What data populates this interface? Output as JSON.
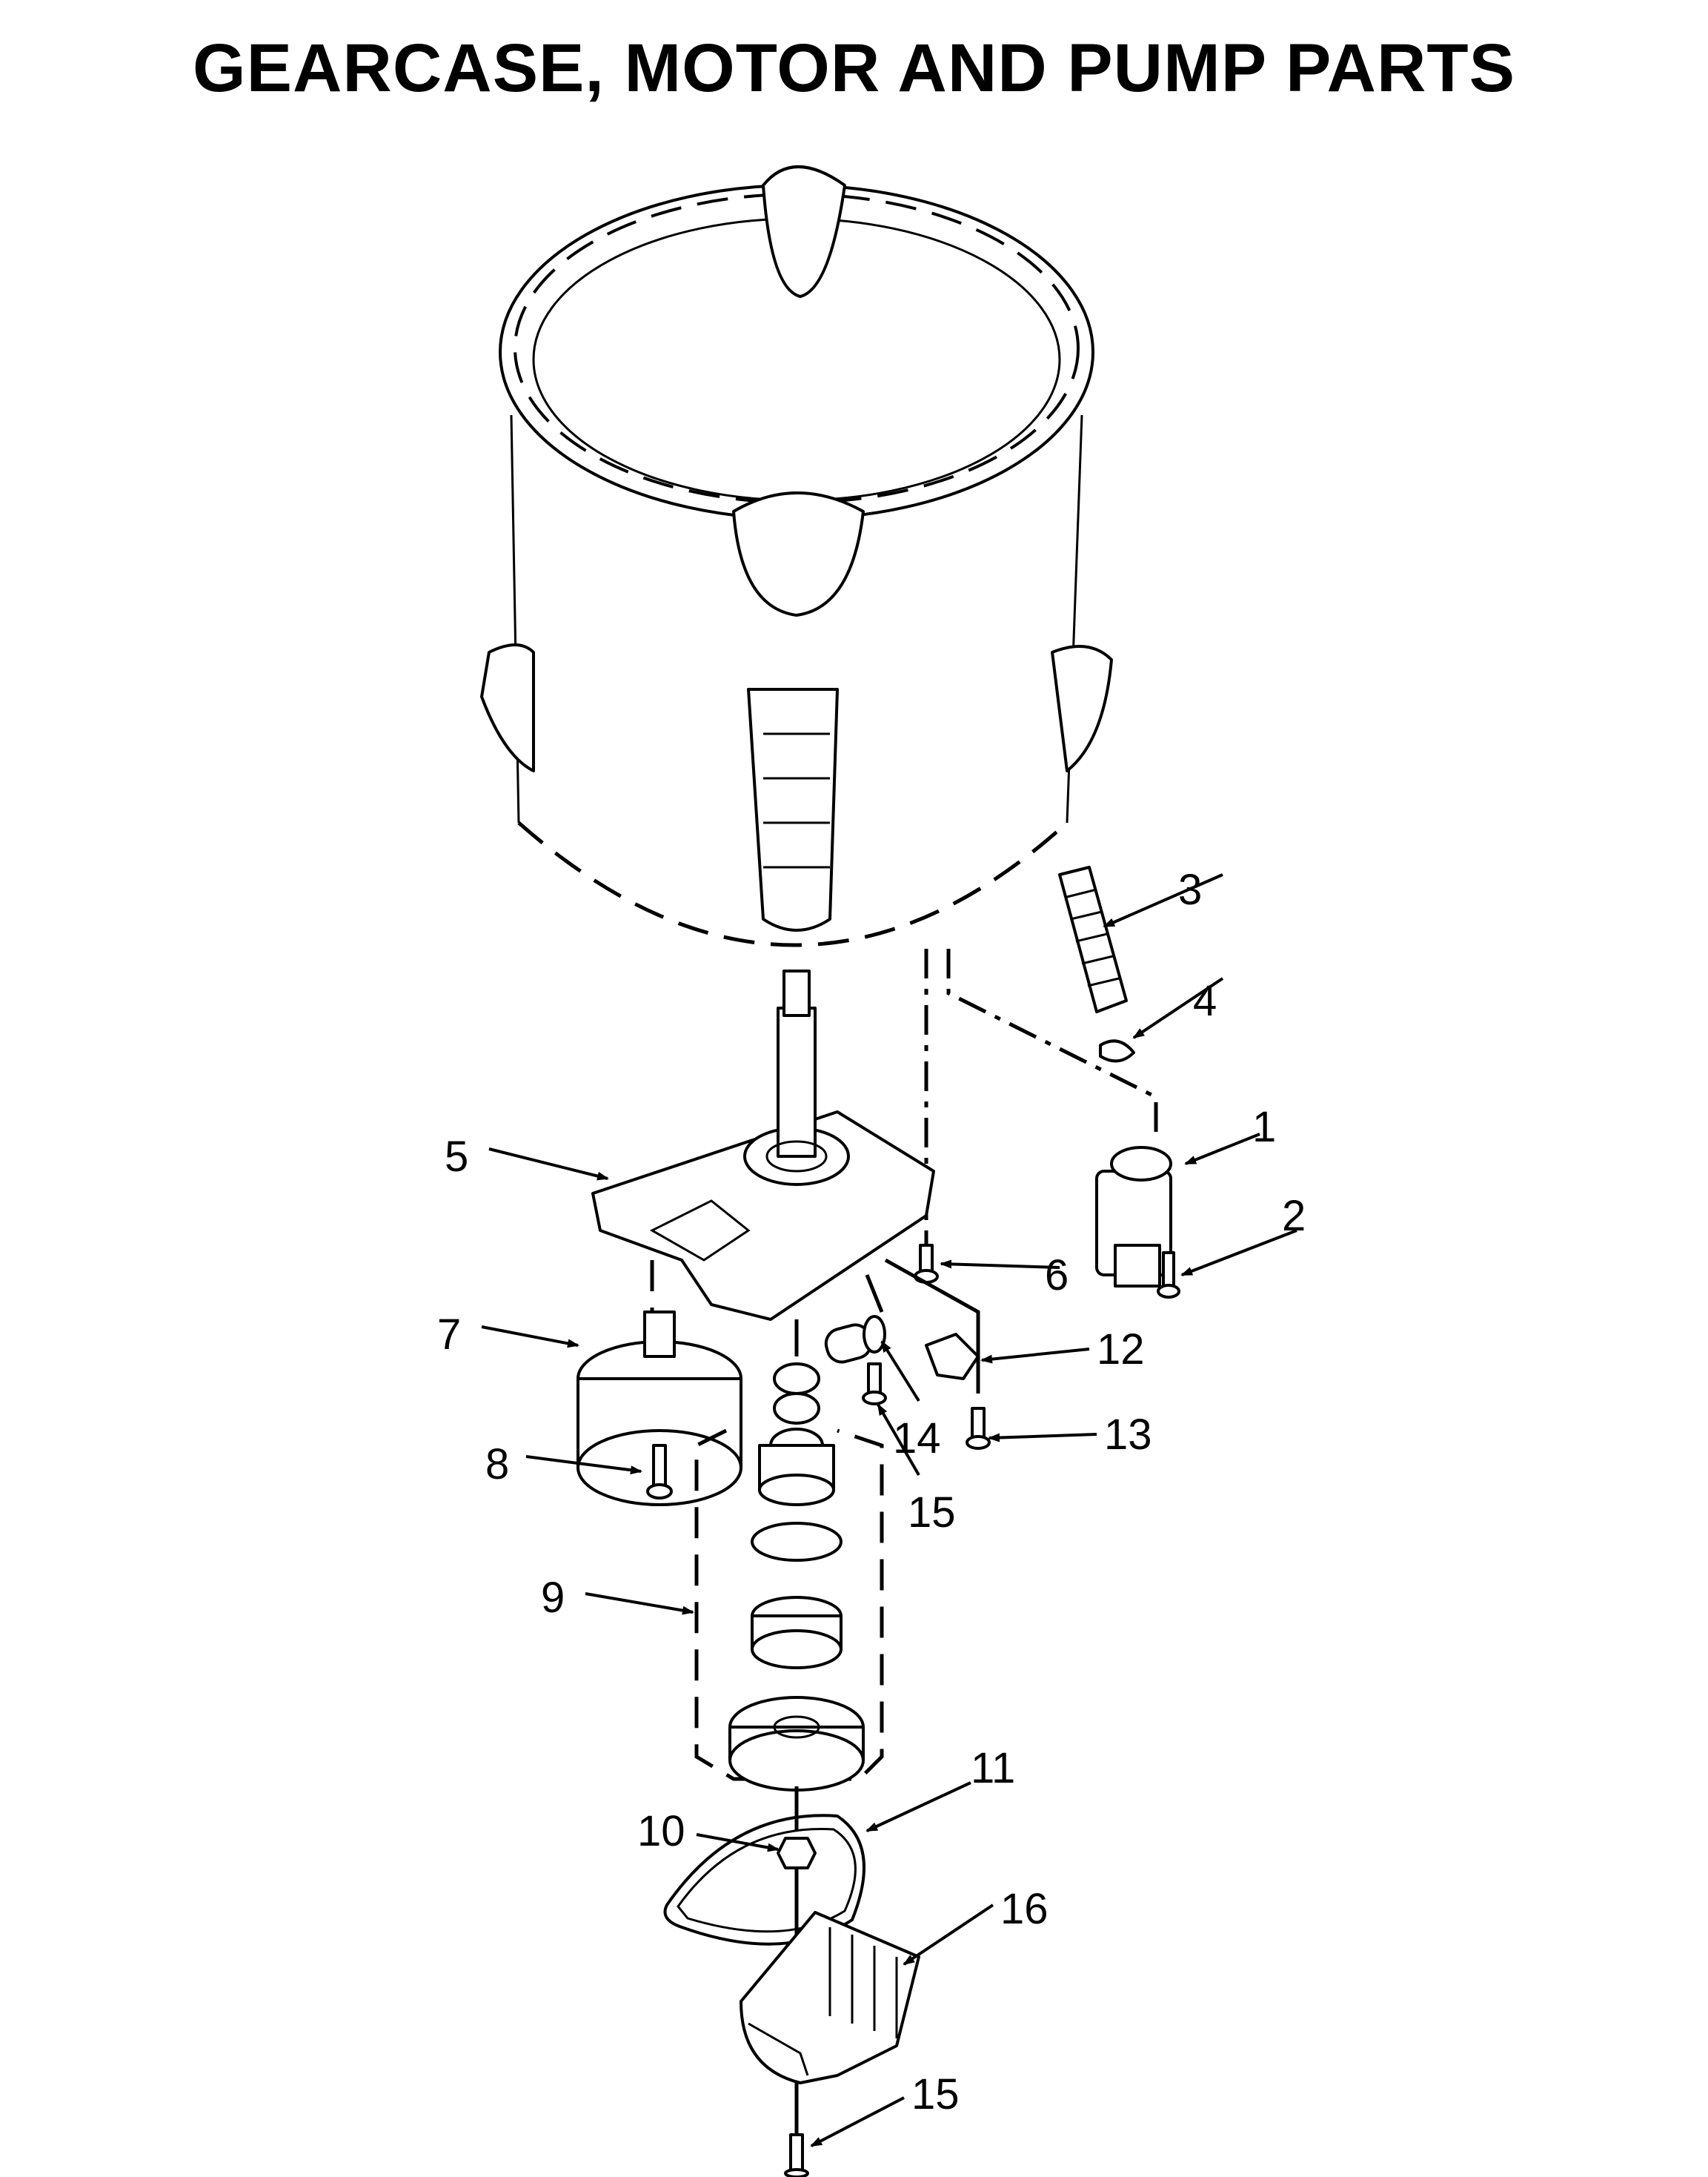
{
  "title": "GEARCASE, MOTOR AND PUMP PARTS",
  "callouts": [
    {
      "id": "1",
      "label": "1"
    },
    {
      "id": "2",
      "label": "2"
    },
    {
      "id": "3",
      "label": "3"
    },
    {
      "id": "4",
      "label": "4"
    },
    {
      "id": "5",
      "label": "5"
    },
    {
      "id": "6",
      "label": "6"
    },
    {
      "id": "7",
      "label": "7"
    },
    {
      "id": "8",
      "label": "8"
    },
    {
      "id": "9",
      "label": "9"
    },
    {
      "id": "10",
      "label": "10"
    },
    {
      "id": "11",
      "label": "11"
    },
    {
      "id": "12",
      "label": "12"
    },
    {
      "id": "13",
      "label": "13"
    },
    {
      "id": "14",
      "label": "14"
    },
    {
      "id": "15a",
      "label": "15"
    },
    {
      "id": "16",
      "label": "16"
    },
    {
      "id": "15b",
      "label": "15"
    }
  ]
}
